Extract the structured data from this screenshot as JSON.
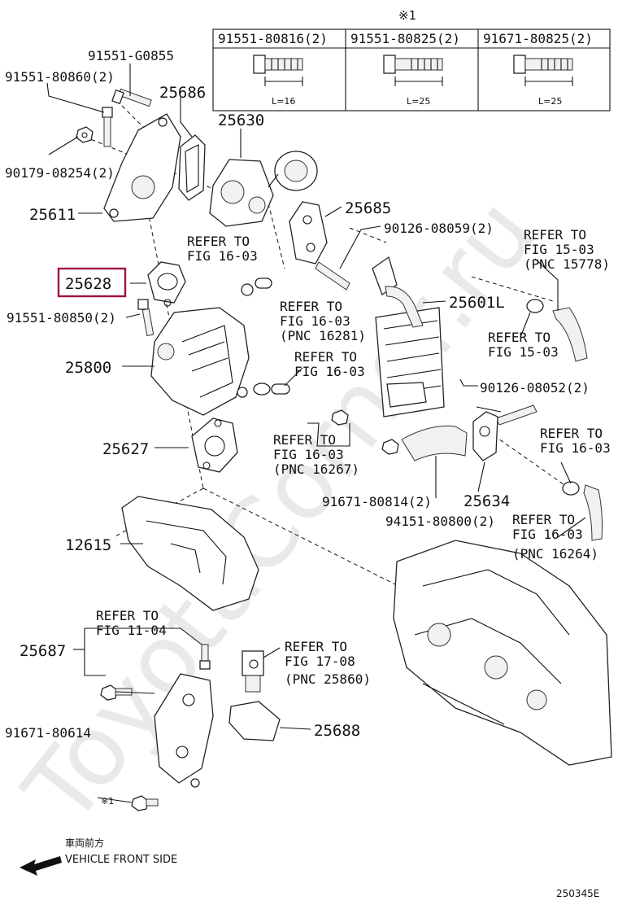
{
  "watermark": "ToyotaCorner.ru",
  "note_mark": "※1",
  "bolt_table": {
    "columns": [
      {
        "part": "91551-80816(2)",
        "length": "L=16"
      },
      {
        "part": "91551-80825(2)",
        "length": "L=25"
      },
      {
        "part": "91671-80825(2)",
        "length": "L=25"
      }
    ]
  },
  "labels": {
    "p91551_G0855": "91551-G0855",
    "p25686": "25686",
    "p91551_80860": "91551-80860(2)",
    "p25630": "25630",
    "p90179_08254": "90179-08254(2)",
    "p25611": "25611",
    "p25685": "25685",
    "p90126_08059": "90126-08059(2)",
    "p25628": "25628",
    "p91551_80850": "91551-80850(2)",
    "p25601L": "25601L",
    "p25800": "25800",
    "p90126_08052": "90126-08052(2)",
    "p25627": "25627",
    "p25634": "25634",
    "p91671_80814": "91671-80814(2)",
    "p94151_80800": "94151-80800(2)",
    "p12615": "12615",
    "p25687": "25687",
    "p91671_80614": "91671-80614",
    "p25688": "25688",
    "note_bolt": "※1"
  },
  "refs": {
    "r1": {
      "line1": "REFER TO",
      "line2": "FIG 16-03"
    },
    "r2": {
      "line1": "REFER TO",
      "line2": "FIG 16-03",
      "line3": "(PNC 16281)"
    },
    "r3": {
      "line1": "REFER TO",
      "line2": "FIG 15-03",
      "line3": "(PNC 15778)"
    },
    "r4": {
      "line1": "REFER TO",
      "line2": "FIG 15-03"
    },
    "r5": {
      "line1": "REFER TO",
      "line2": "FIG 16-03"
    },
    "r6": {
      "line1": "REFER TO",
      "line2": "FIG 16-03",
      "line3": "(PNC 16267)"
    },
    "r7": {
      "line1": "REFER TO",
      "line2": "FIG 16-03"
    },
    "r8": {
      "line1": "REFER TO",
      "line2": "FIG 16-03",
      "line3": "(PNC 16264)"
    },
    "r9": {
      "line1": "REFER TO",
      "line2": "FIG 11-04"
    },
    "r10": {
      "line1": "REFER TO",
      "line2": "FIG 17-08",
      "line3": "(PNC 25860)"
    }
  },
  "direction": {
    "jp": "車両前方",
    "en": "VEHICLE FRONT SIDE"
  },
  "figure_code": "250345E",
  "colors": {
    "highlight": "#a0123a",
    "line": "#111111"
  }
}
